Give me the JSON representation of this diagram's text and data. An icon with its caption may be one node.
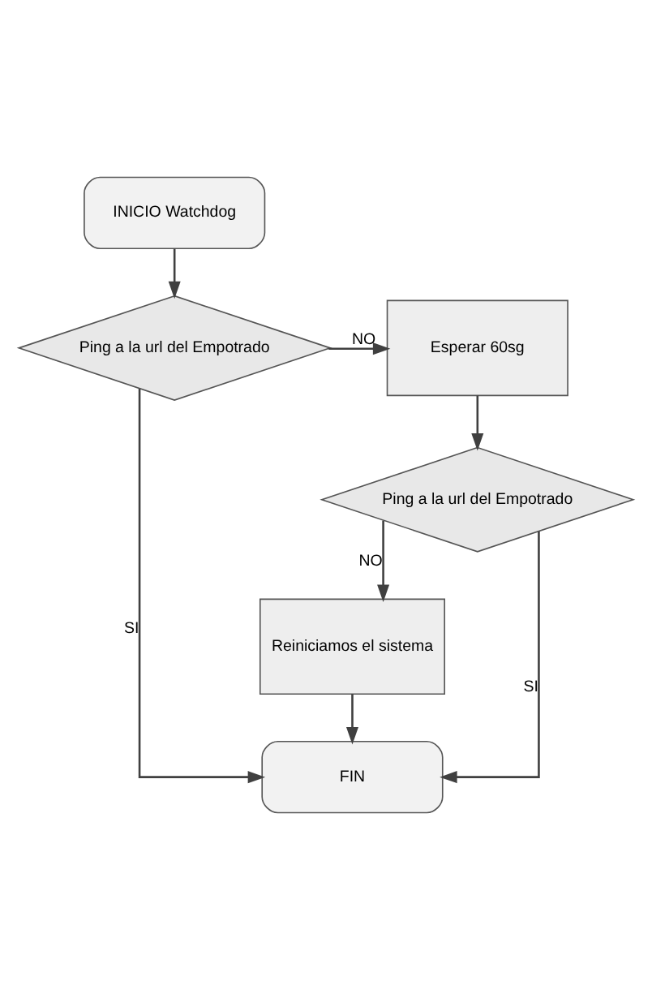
{
  "diagram": {
    "nodes": [
      {
        "text": [
          "INICIO Watchdog"
        ]
      },
      {
        "text": [
          "Ping a la url del Empotrado"
        ]
      },
      {
        "text": [
          "Esperar 60sg"
        ]
      },
      {
        "text": [
          "Ping a la url del Empotrado"
        ]
      },
      {
        "text": [
          "Reiniciamos el sistema"
        ]
      },
      {
        "text": [
          "FIN"
        ]
      }
    ],
    "edges": [
      {
        "from": 0,
        "to": 1,
        "arrow": "to"
      },
      {
        "from": 1,
        "to": 2,
        "arrow": "to",
        "label": "NO"
      },
      {
        "from": 1,
        "to": 5,
        "arrow": "to",
        "label": "SI"
      },
      {
        "from": 2,
        "to": 3,
        "arrow": "to"
      },
      {
        "from": 3,
        "to": 5,
        "arrow": "to",
        "label": "SI"
      },
      {
        "from": 3,
        "to": 4,
        "arrow": "to",
        "label": "NO"
      },
      {
        "from": 4,
        "to": 5,
        "arrow": "to"
      }
    ]
  }
}
